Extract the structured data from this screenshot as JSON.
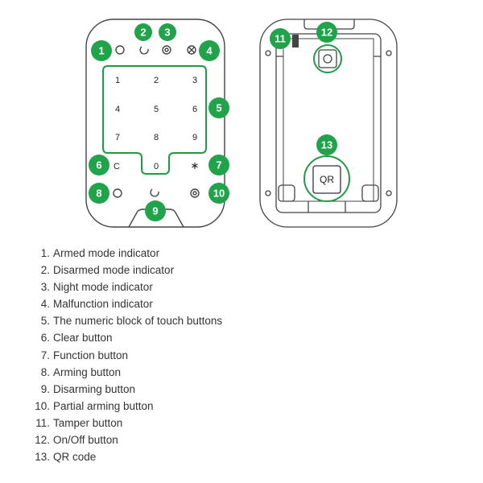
{
  "front_keys": [
    "1",
    "2",
    "3",
    "4",
    "5",
    "6",
    "7",
    "8",
    "9",
    "0"
  ],
  "front_symbols": {
    "clear": "C",
    "function": "∗"
  },
  "rear_qr_label": "QR",
  "callouts": [
    "1",
    "2",
    "3",
    "4",
    "5",
    "6",
    "7",
    "8",
    "9",
    "10",
    "11",
    "12",
    "13"
  ],
  "legend": [
    {
      "num": "1.",
      "text": "Armed mode indicator"
    },
    {
      "num": "2.",
      "text": "Disarmed mode indicator"
    },
    {
      "num": "3.",
      "text": "Night mode indicator"
    },
    {
      "num": "4.",
      "text": "Malfunction indicator"
    },
    {
      "num": "5.",
      "text": "The numeric block of touch buttons"
    },
    {
      "num": "6.",
      "text": "Clear button"
    },
    {
      "num": "7.",
      "text": "Function button"
    },
    {
      "num": "8.",
      "text": "Arming button"
    },
    {
      "num": "9.",
      "text": "Disarming button"
    },
    {
      "num": "10.",
      "text": "Partial arming button"
    },
    {
      "num": "11.",
      "text": "Tamper button"
    },
    {
      "num": "12.",
      "text": "On/Off button"
    },
    {
      "num": "13.",
      "text": "QR code"
    }
  ],
  "colors": {
    "callout": "#20a34a",
    "line": "#444444",
    "text": "#333333"
  }
}
